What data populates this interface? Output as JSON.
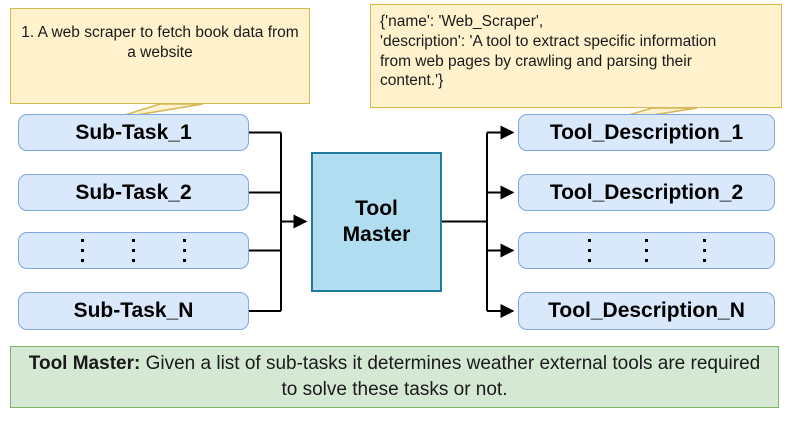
{
  "diagram": {
    "title": "Tool Master pipeline",
    "colors": {
      "node_fill": "#dae8fc",
      "node_border": "#7ea6e0",
      "master_fill": "#b1ddf0",
      "master_border": "#227a9e",
      "callout_fill": "#fff2cc",
      "callout_border": "#d6b656",
      "caption_fill": "#d5e8d4",
      "caption_border": "#82b366",
      "connector": "#000000"
    }
  },
  "callout_left": {
    "text": "1. A web scraper to fetch book data from a website",
    "points_to": "sub-task-1"
  },
  "callout_right": {
    "line1": "{'name': 'Web_Scraper',",
    "line2": "'description': 'A tool to extract specific information",
    "line3": "from web pages by crawling and parsing their",
    "line4": "content.'}",
    "points_to": "tool-description-1"
  },
  "subtasks": [
    {
      "label": "Sub-Task_1",
      "is_ellipsis": false
    },
    {
      "label": "Sub-Task_2",
      "is_ellipsis": false
    },
    {
      "label": "",
      "is_ellipsis": true
    },
    {
      "label": "Sub-Task_N",
      "is_ellipsis": false
    }
  ],
  "master": {
    "line1": "Tool",
    "line2": "Master"
  },
  "tool_descriptions": [
    {
      "label": "Tool_Description_1",
      "is_ellipsis": false
    },
    {
      "label": "Tool_Description_2",
      "is_ellipsis": false
    },
    {
      "label": "",
      "is_ellipsis": true
    },
    {
      "label": "Tool_Description_N",
      "is_ellipsis": false
    }
  ],
  "caption": {
    "bold_prefix": "Tool Master:",
    "body": " Given a list of sub-tasks it determines weather external tools are required to solve these tasks or not."
  }
}
